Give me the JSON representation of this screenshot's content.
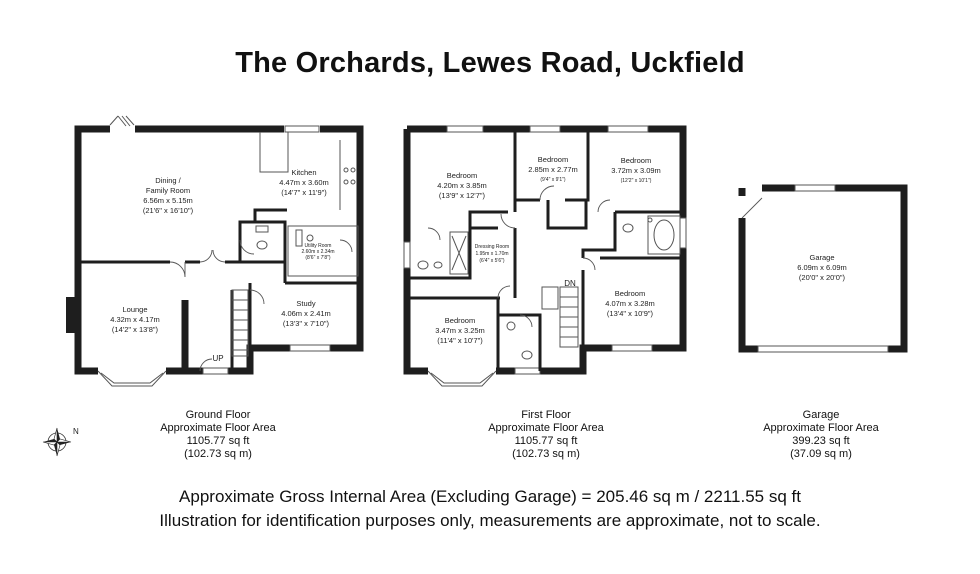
{
  "title": "The Orchards, Lewes Road, Uckfield",
  "ground_floor": {
    "rooms": {
      "dining": {
        "name": "Dining /",
        "name2": "Family Room",
        "metric": "6.56m x 5.15m",
        "imperial": "(21'6\" x 16'10\")"
      },
      "kitchen": {
        "name": "Kitchen",
        "metric": "4.47m x 3.60m",
        "imperial": "(14'7\" x 11'9\")"
      },
      "utility": {
        "name": "Utility Room",
        "metric": "2.60m x 2.34m",
        "imperial": "(8'6\" x 7'8\")"
      },
      "lounge": {
        "name": "Lounge",
        "metric": "4.32m x 4.17m",
        "imperial": "(14'2\" x 13'8\")"
      },
      "study": {
        "name": "Study",
        "metric": "4.06m x 2.41m",
        "imperial": "(13'3\" x 7'10\")"
      }
    },
    "stair_label": "UP",
    "caption": {
      "floor": "Ground Floor",
      "area_label": "Approximate Floor Area",
      "sqft": "1105.77 sq ft",
      "sqm": "(102.73 sq m)"
    }
  },
  "first_floor": {
    "rooms": {
      "bed1": {
        "name": "Bedroom",
        "metric": "4.20m x 3.85m",
        "imperial": "(13'9\" x 12'7\")"
      },
      "bed2": {
        "name": "Bedroom",
        "metric": "2.85m x 2.77m",
        "imperial": "(9'4\" x 9'1\")"
      },
      "bed3": {
        "name": "Bedroom",
        "metric": "3.72m x 3.09m",
        "imperial": "(12'2\" x 10'1\")"
      },
      "dressing": {
        "name": "Dressing Room",
        "metric": "1.95m x 1.70m",
        "imperial": "(6'4\" x 5'6\")"
      },
      "bed4": {
        "name": "Bedroom",
        "metric": "4.07m x 3.28m",
        "imperial": "(13'4\" x 10'9\")"
      },
      "bed5": {
        "name": "Bedroom",
        "metric": "3.47m x 3.25m",
        "imperial": "(11'4\" x 10'7\")"
      }
    },
    "stair_label": "DN",
    "caption": {
      "floor": "First Floor",
      "area_label": "Approximate Floor Area",
      "sqft": "1105.77 sq ft",
      "sqm": "(102.73 sq m)"
    }
  },
  "garage": {
    "room": {
      "name": "Garage",
      "metric": "6.09m x 6.09m",
      "imperial": "(20'0\" x 20'0\")"
    },
    "caption": {
      "floor": "Garage",
      "area_label": "Approximate Floor Area",
      "sqft": "399.23 sq ft",
      "sqm": "(37.09 sq m)"
    }
  },
  "compass": {
    "north": "N"
  },
  "footer": {
    "line1": "Approximate Gross Internal Area (Excluding Garage) = 205.46 sq m / 2211.55 sq ft",
    "line2": "Illustration for identification purposes only, measurements are approximate, not to scale."
  }
}
